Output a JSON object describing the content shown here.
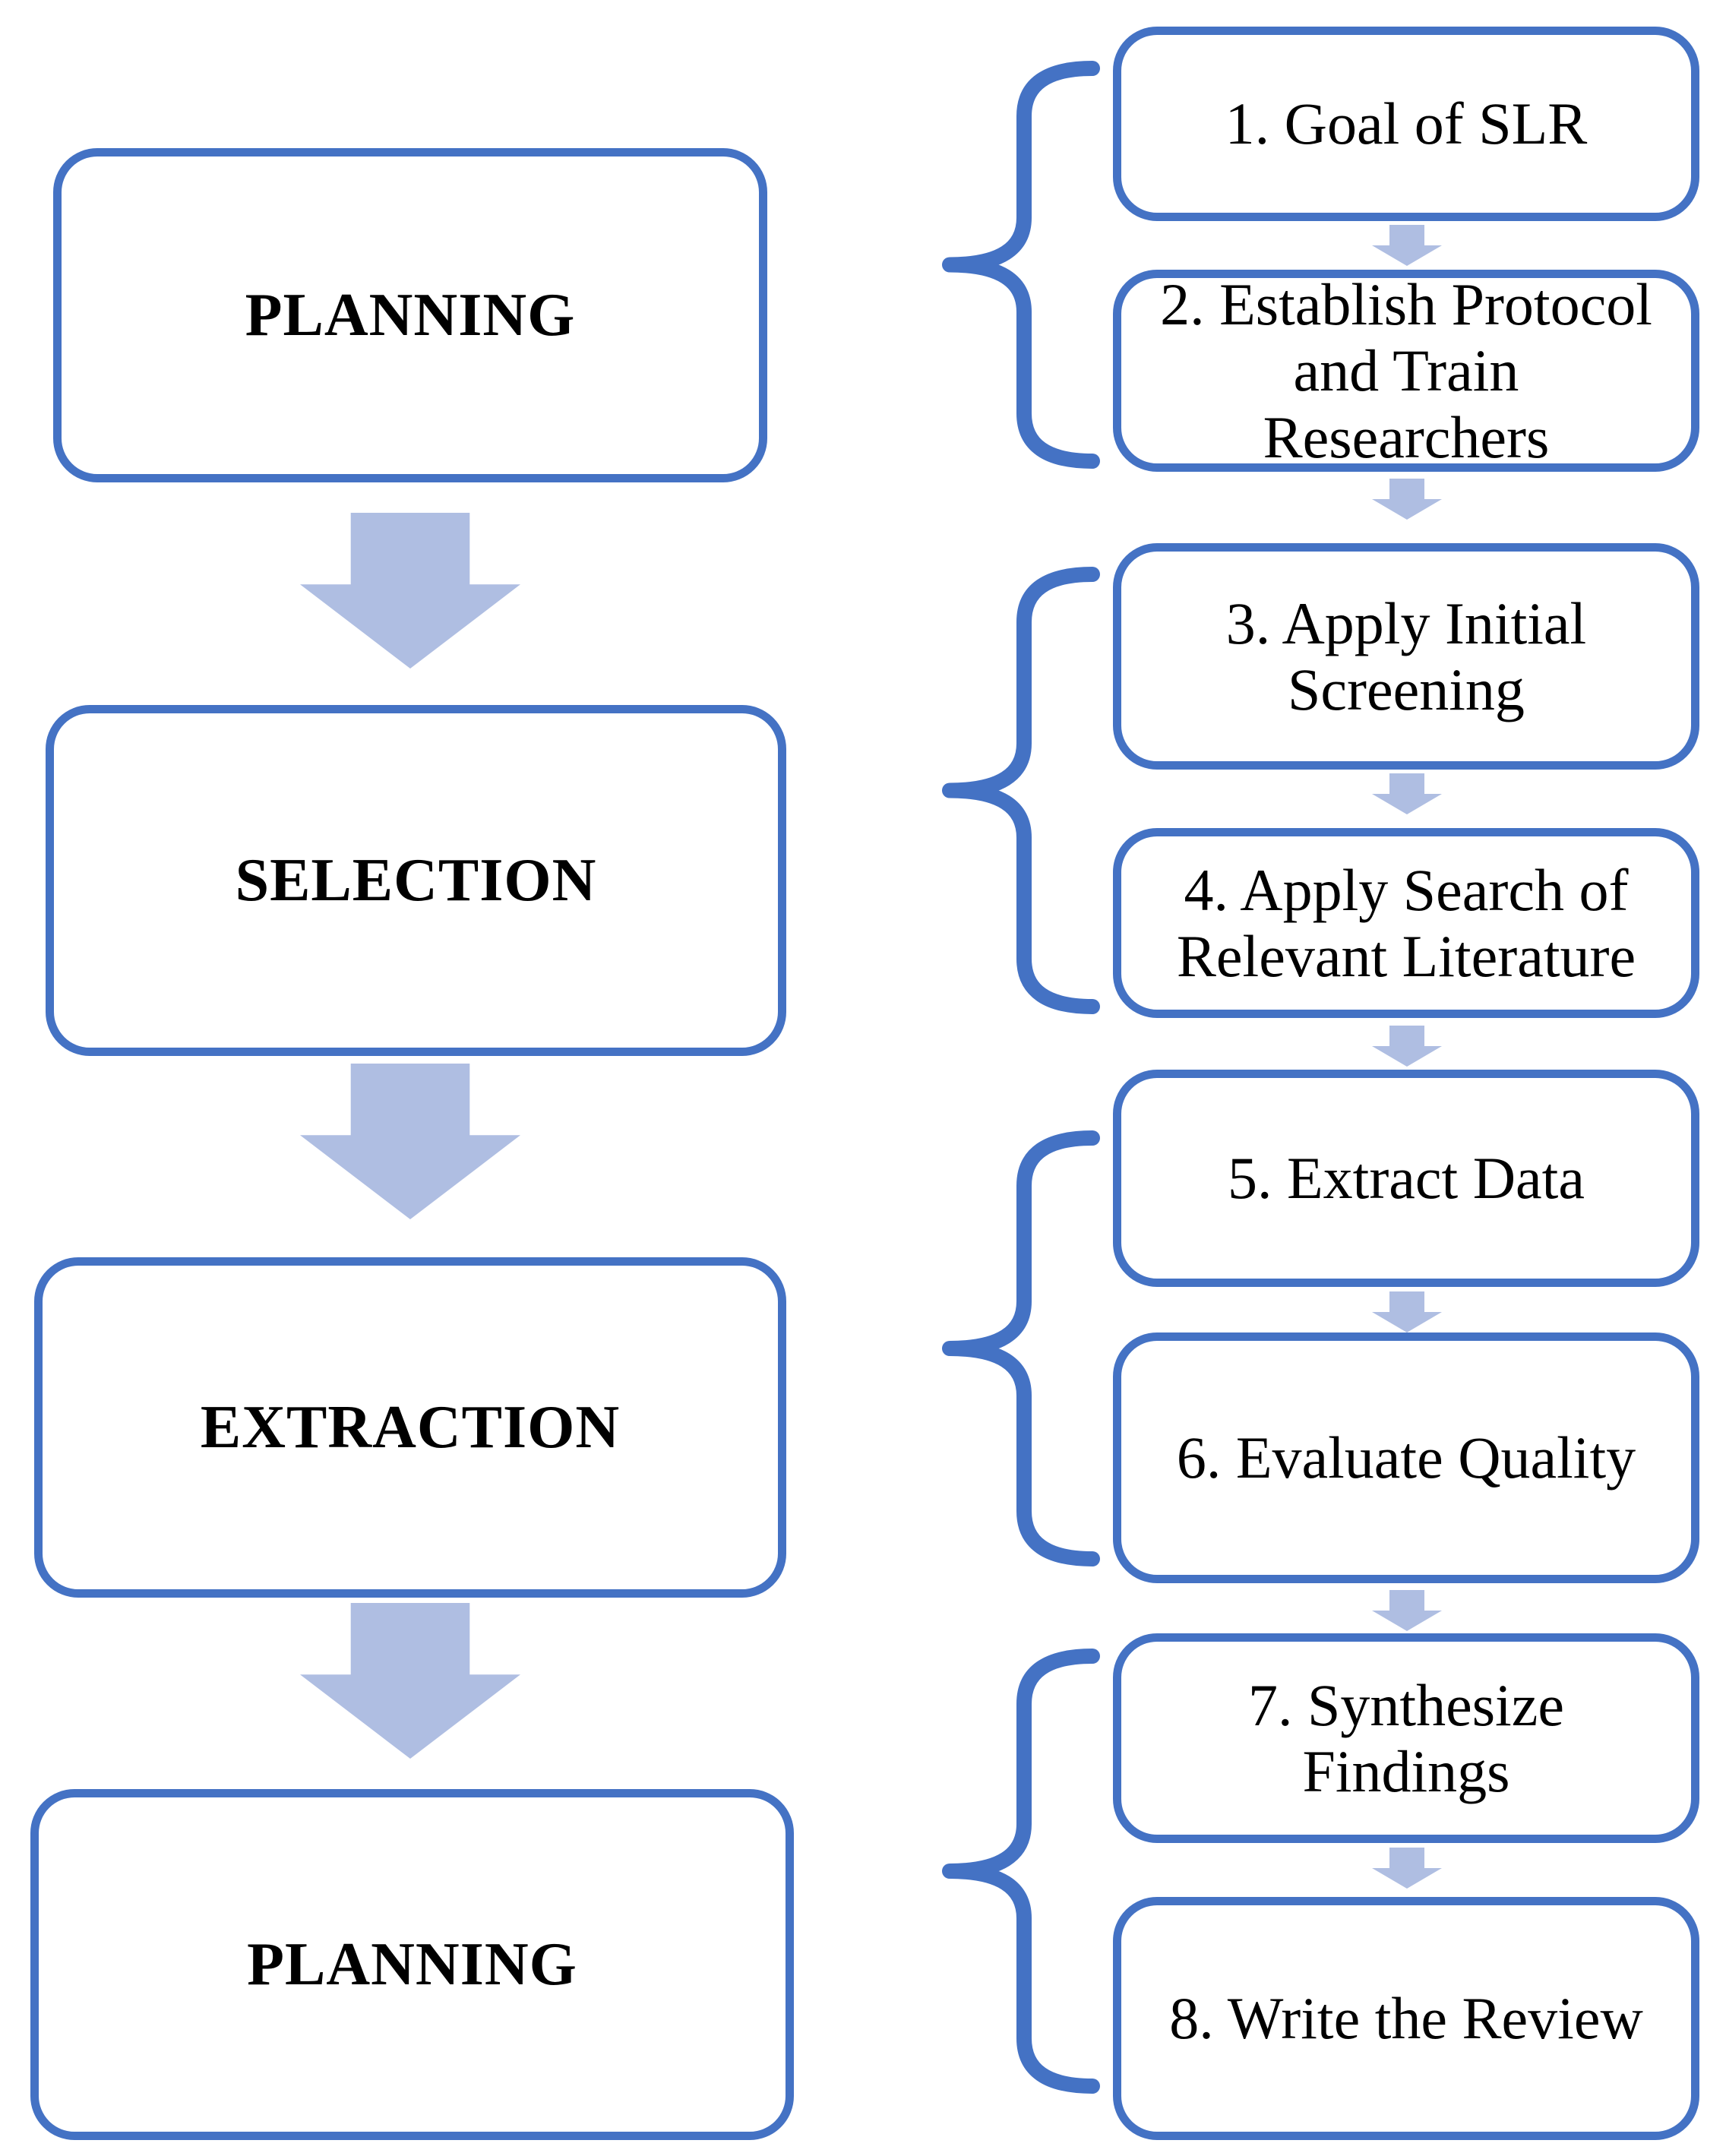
{
  "diagram": {
    "title_hint": "Systematic literature review process flow",
    "stages": [
      {
        "label": "PLANNING"
      },
      {
        "label": "SELECTION"
      },
      {
        "label": "EXTRACTION"
      },
      {
        "label": "PLANNING"
      }
    ],
    "steps": [
      {
        "label": "1. Goal of SLR"
      },
      {
        "label": "2. Establish Protocol\nand Train\nResearchers"
      },
      {
        "label": "3. Apply Initial\nScreening"
      },
      {
        "label": "4. Apply Search of\nRelevant Literature"
      },
      {
        "label": "5. Extract Data"
      },
      {
        "label": "6. Evaluate Quality"
      },
      {
        "label": "7. Synthesize\nFindings"
      },
      {
        "label": "8. Write the Review"
      }
    ],
    "colors": {
      "box_border": "#4472C4",
      "brace": "#4472C4",
      "arrow_fill": "#AFBEE2",
      "text": "#000000",
      "background": "#FFFFFF"
    }
  }
}
